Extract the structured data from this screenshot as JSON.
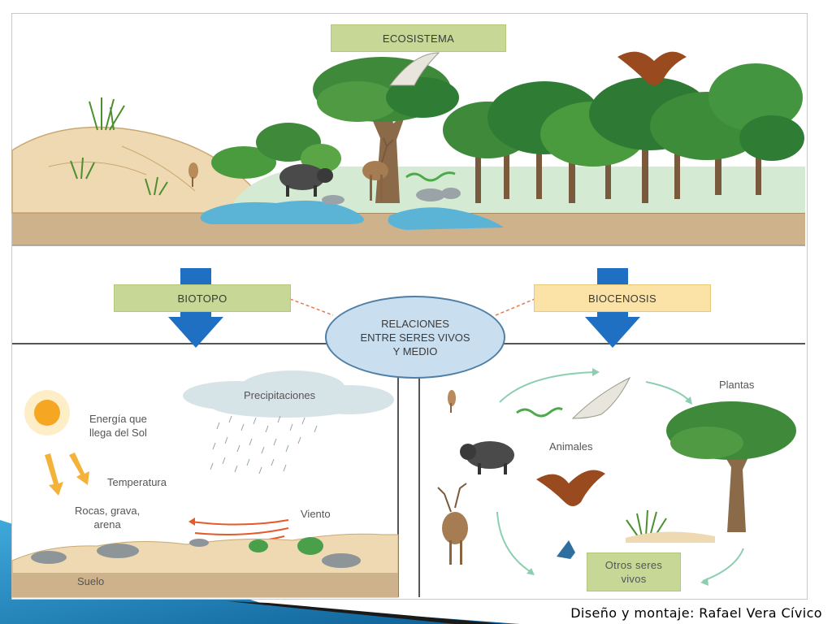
{
  "labels": {
    "ecosistema": "ECOSISTEMA",
    "biotopo": "BIOTOPO",
    "biocenosis": "BIOCENOSIS",
    "relaciones": [
      "RELACIONES",
      "ENTRE SERES VIVOS",
      "Y MEDIO"
    ]
  },
  "biotopo_panel": {
    "energia": [
      "Energía que",
      "llega del Sol"
    ],
    "precipitaciones": "Precipitaciones",
    "temperatura": "Temperatura",
    "rocas": [
      "Rocas, grava,",
      "arena"
    ],
    "viento": "Viento",
    "suelo": "Suelo"
  },
  "biocenosis_panel": {
    "plantas": "Plantas",
    "animales": "Animales",
    "otros": [
      "Otros seres",
      "vivos"
    ]
  },
  "credit": "Diseño y montaje: Rafael Vera Cívico",
  "colors": {
    "label_green": "#c6d796",
    "label_yellow": "#fbe3a8",
    "arrow_blue": "#1f6fc2",
    "ellipse_fill": "#c9dff0"
  }
}
